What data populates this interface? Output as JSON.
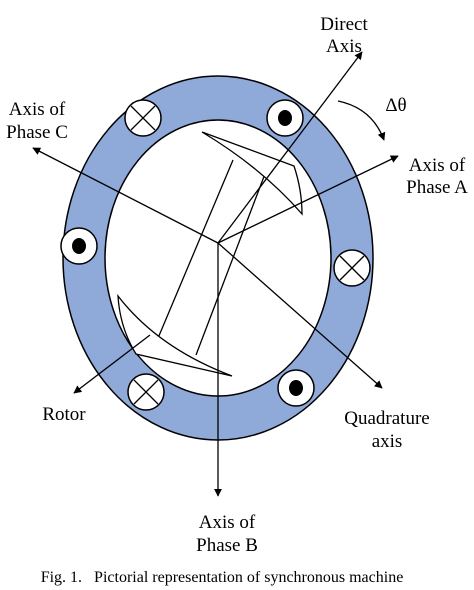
{
  "labels": {
    "direct_axis_line1": "Direct",
    "direct_axis_line2": "Axis",
    "phase_c_line1": "Axis of",
    "phase_c_line2": "Phase C",
    "phase_a_line1": "Axis of",
    "phase_a_line2": "Phase A",
    "delta_theta": "Δθ",
    "rotor": "Rotor",
    "quadrature_line1": "Quadrature",
    "quadrature_line2": "axis",
    "phase_b_line1": "Axis of",
    "phase_b_line2": "Phase B"
  },
  "caption": "Fig. 1.   Pictorial representation of synchronous machine",
  "colors": {
    "stator": "#8fa9d8",
    "outline": "#000000",
    "background": "#ffffff"
  },
  "icons": {
    "conductor_dot": "dot-in-circle-icon",
    "conductor_cross": "cross-in-circle-icon"
  }
}
